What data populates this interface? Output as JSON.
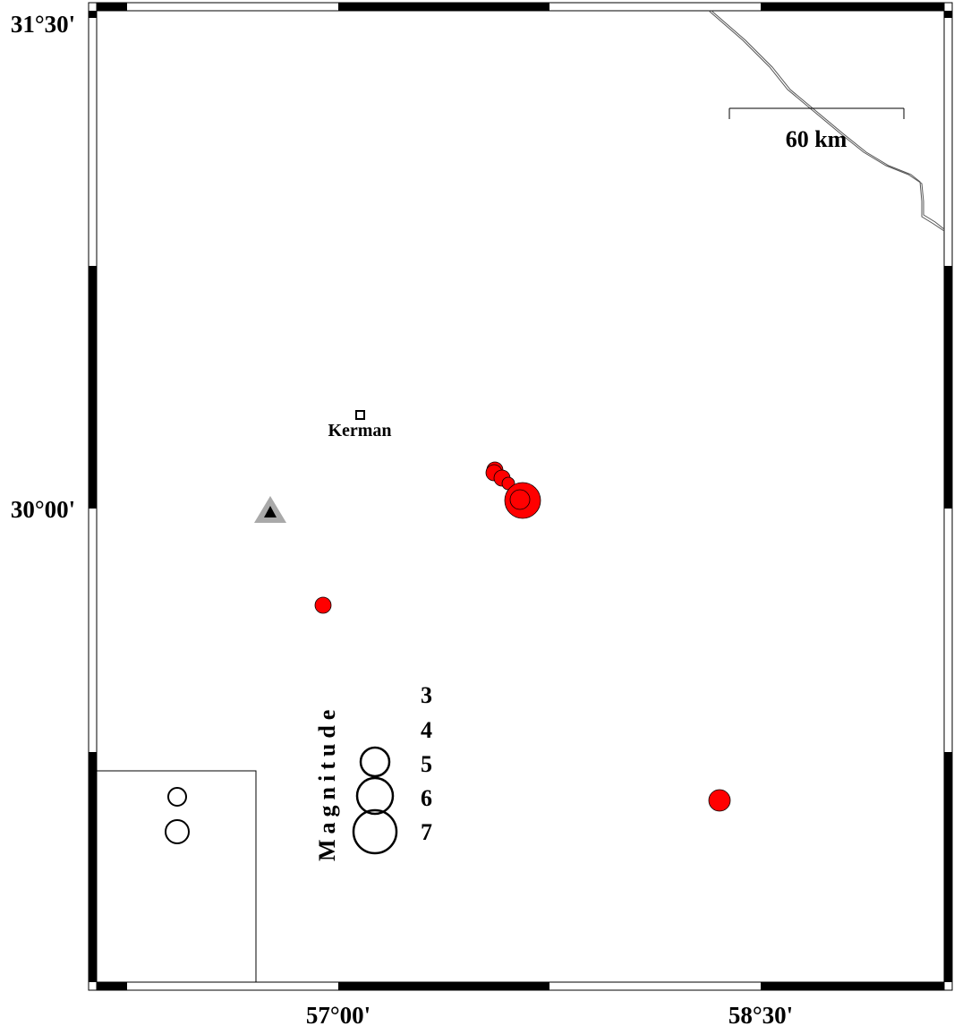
{
  "map": {
    "axis_labels": {
      "left_top": "31°30'",
      "left_mid": "30°00'",
      "bottom_left": "57°00'",
      "bottom_right": "58°30'"
    },
    "scale_bar": {
      "label": "60 km"
    },
    "city": {
      "name": "Kerman"
    },
    "legend": {
      "title": "Magnitude",
      "levels": [
        "3",
        "4",
        "5",
        "6",
        "7"
      ]
    },
    "colors": {
      "event_fill": "#ff0000",
      "station_outer": "#a9a9a9",
      "station_inner": "#000000",
      "frame": "#000000"
    },
    "station_icon": "triangle-station-icon",
    "city_icon": "square-city-icon"
  }
}
